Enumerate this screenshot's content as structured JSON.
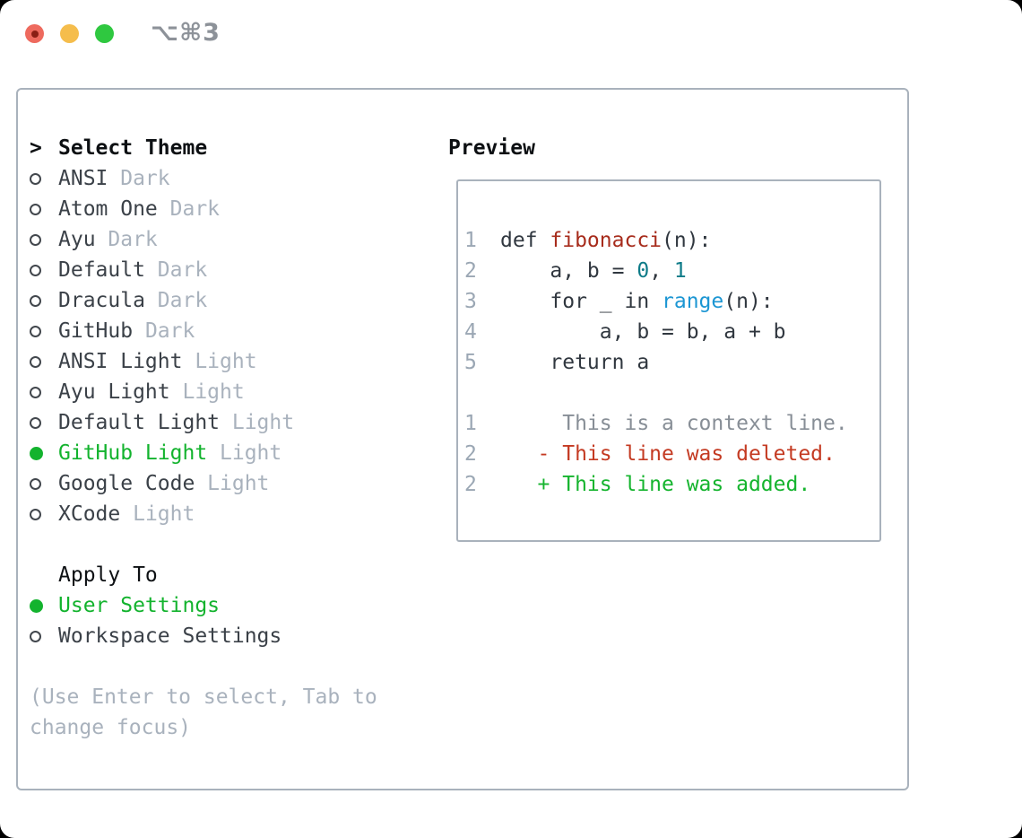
{
  "colors": {
    "accent_green": "#13b32e",
    "item_text": "#3b4148",
    "muted_text": "#a9b2bd",
    "heading_text": "#0d1013",
    "border": "#a9b2bc",
    "code_text": "#30373f",
    "syntax_function": "#a72c1c",
    "syntax_number": "#0e7b88",
    "syntax_builtin": "#1c96d3",
    "line_number": "#9ba7b4",
    "diff_context": "#878e96",
    "diff_deleted": "#c43a22",
    "diff_added": "#15b42e",
    "title_text": "#8d9299",
    "traffic_red": "#ee6a5e",
    "traffic_yellow": "#f5bd4c",
    "traffic_green": "#2fc840"
  },
  "window": {
    "title": "⌥⌘3"
  },
  "theme_picker": {
    "cursor": ">",
    "header": "Select Theme",
    "themes": [
      {
        "name": "ANSI",
        "variant": "Dark",
        "selected": false
      },
      {
        "name": "Atom One",
        "variant": "Dark",
        "selected": false
      },
      {
        "name": "Ayu",
        "variant": "Dark",
        "selected": false
      },
      {
        "name": "Default",
        "variant": "Dark",
        "selected": false
      },
      {
        "name": "Dracula",
        "variant": "Dark",
        "selected": false
      },
      {
        "name": "GitHub",
        "variant": "Dark",
        "selected": false
      },
      {
        "name": "ANSI Light",
        "variant": "Light",
        "selected": false
      },
      {
        "name": "Ayu Light",
        "variant": "Light",
        "selected": false
      },
      {
        "name": "Default Light",
        "variant": "Light",
        "selected": false
      },
      {
        "name": "GitHub Light",
        "variant": "Light",
        "selected": true
      },
      {
        "name": "Google Code",
        "variant": "Light",
        "selected": false
      },
      {
        "name": "XCode",
        "variant": "Light",
        "selected": false
      }
    ],
    "apply_to": {
      "label": "Apply To",
      "options": [
        {
          "name": "User Settings",
          "selected": true
        },
        {
          "name": "Workspace Settings",
          "selected": false
        }
      ]
    },
    "hint_lines": [
      "(Use Enter to select, Tab to",
      "change focus)"
    ]
  },
  "preview": {
    "label": "Preview",
    "code_lines": [
      {
        "num": "1",
        "segments": [
          {
            "t": "def ",
            "c": "text"
          },
          {
            "t": "fibonacci",
            "c": "function"
          },
          {
            "t": "(n):",
            "c": "text"
          }
        ]
      },
      {
        "num": "2",
        "segments": [
          {
            "t": "    a, b = ",
            "c": "text"
          },
          {
            "t": "0",
            "c": "number"
          },
          {
            "t": ", ",
            "c": "text"
          },
          {
            "t": "1",
            "c": "number"
          }
        ]
      },
      {
        "num": "3",
        "segments": [
          {
            "t": "    for _ in ",
            "c": "text"
          },
          {
            "t": "range",
            "c": "builtin"
          },
          {
            "t": "(n):",
            "c": "text"
          }
        ]
      },
      {
        "num": "4",
        "segments": [
          {
            "t": "        a, b = b, a + b",
            "c": "text"
          }
        ]
      },
      {
        "num": "5",
        "segments": [
          {
            "t": "    return a",
            "c": "text"
          }
        ]
      }
    ],
    "diff_lines": [
      {
        "num": "1",
        "text": "     This is a context line.",
        "kind": "context"
      },
      {
        "num": "2",
        "text": "   - This line was deleted.",
        "kind": "deleted"
      },
      {
        "num": "2",
        "text": "   + This line was added.",
        "kind": "added"
      }
    ]
  }
}
